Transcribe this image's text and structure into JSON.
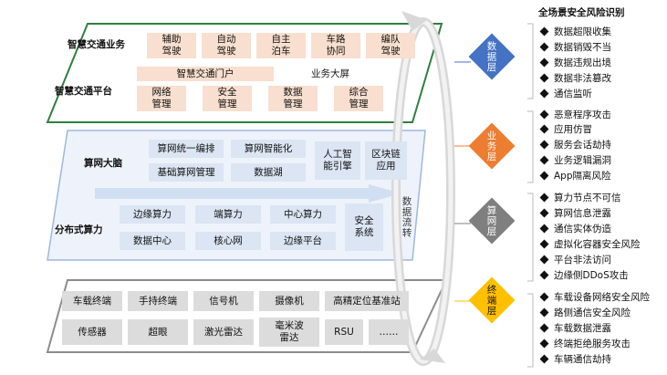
{
  "right_title": "全场景安全风险识别",
  "center_label": "数据流转",
  "layers": [
    {
      "name": "数据层",
      "color": "#4472c4"
    },
    {
      "name": "业务层",
      "color": "#ed7d31"
    },
    {
      "name": "算网层",
      "color": "#7f7f7f"
    },
    {
      "name": "终端层",
      "color": "#ffc000"
    }
  ],
  "business": {
    "label1": "智慧交通业务",
    "label2": "智慧交通平台",
    "services": [
      "辅助\n驾驶",
      "自动\n驾驶",
      "自主\n泊车",
      "车路\n协同",
      "编队\n驾驶"
    ],
    "portal": "智慧交通门户",
    "screen": "业务大屏",
    "mgmt": [
      "网络\n管理",
      "安全\n管理",
      "数据\n管理",
      "综合\n管理"
    ]
  },
  "compute": {
    "label_brain": "算网大脑",
    "label_dist": "分布式算力",
    "brain_items": [
      "算网统一编排",
      "算网智能化",
      "基础算网管理",
      "数据湖"
    ],
    "ai": "人工智\n能引擎",
    "blockchain": "区块链\n应用",
    "dist_items": [
      "边缘算力",
      "端算力",
      "中心算力",
      "数据中心",
      "核心网",
      "边缘平台"
    ],
    "security": "安全\n系统"
  },
  "terminal": {
    "row1": [
      "车载终端",
      "手持终端",
      "信号机",
      "摄像机",
      "高精定位基准站"
    ],
    "row2": [
      "传感器",
      "超眼",
      "激光雷达",
      "毫米波\n雷达",
      "RSU",
      "……"
    ]
  },
  "risks": [
    "数据超限收集",
    "数据销毁不当",
    "数据违规出境",
    "数据非法篡改",
    "通信监听",
    "恶意程序攻击",
    "应用仿冒",
    "服务会话劫持",
    "业务逻辑漏洞",
    "App隔离风险",
    "算力节点不可信",
    "算网信息泄露",
    "通信实体伪造",
    "虚拟化容器安全风险",
    "平台非法访问",
    "边缘侧DDoS攻击",
    "车载设备网络安全风险",
    "路侧通信安全风险",
    "车载数据泄露",
    "终端拒绝服务攻击",
    "车辆通信劫持"
  ]
}
